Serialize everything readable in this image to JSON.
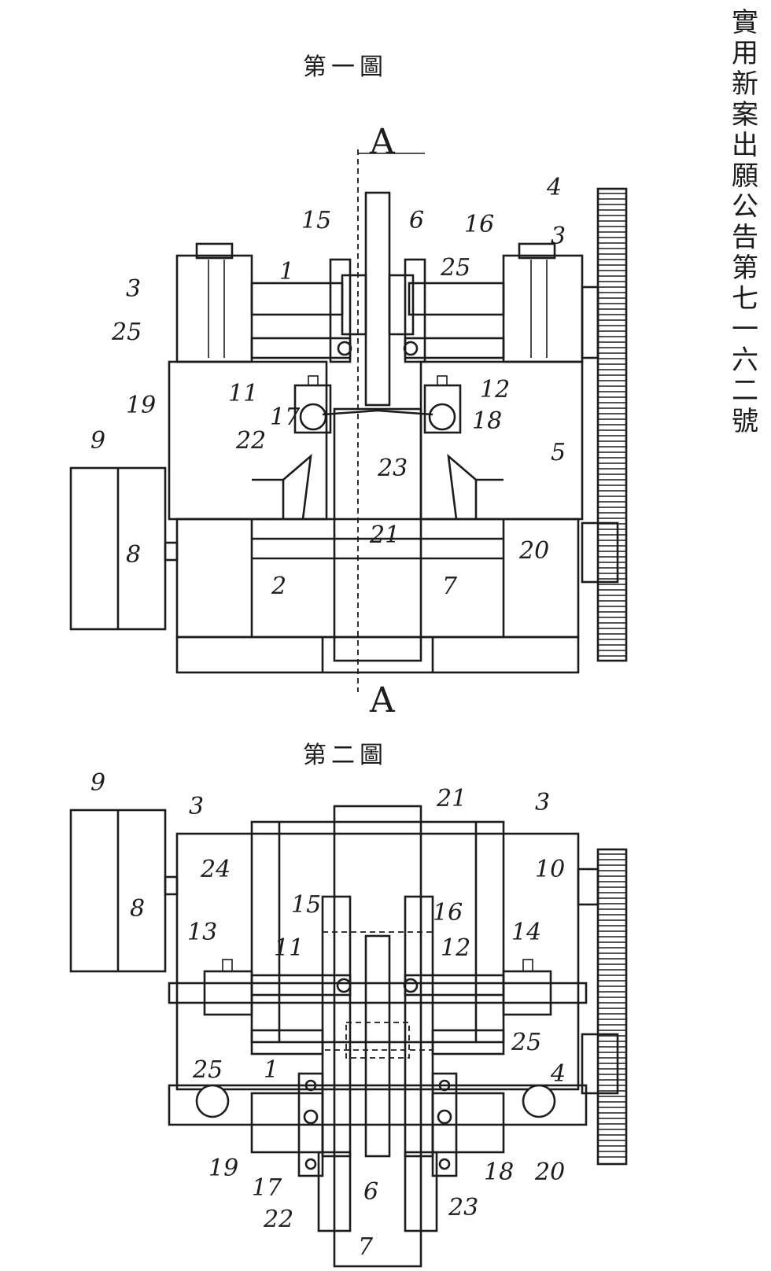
{
  "header": {
    "vertical_title": "實用新案出願公告第七一六二號"
  },
  "figure1": {
    "caption": "第一圖",
    "section_top": "A",
    "section_bottom": "A",
    "labels": {
      "l3a": "3",
      "l25a": "25",
      "l19": "19",
      "l9": "9",
      "l8": "8",
      "l15": "15",
      "l1": "1",
      "l11": "11",
      "l17": "17",
      "l22": "22",
      "l6": "6",
      "l16": "16",
      "l25b": "25",
      "l3b": "3",
      "l4": "4",
      "l12": "12",
      "l18": "18",
      "l23": "23",
      "l5": "5",
      "l21": "21",
      "l2": "2",
      "l7": "7",
      "l20": "20"
    }
  },
  "figure2": {
    "caption": "第二圖",
    "labels": {
      "l9": "9",
      "l3a": "3",
      "l21": "21",
      "l3b": "3",
      "l24": "24",
      "l10": "10",
      "l8": "8",
      "l15": "15",
      "l16": "16",
      "l13": "13",
      "l14": "14",
      "l11": "11",
      "l12": "12",
      "l25a": "25",
      "l25b": "25",
      "l1": "1",
      "l4": "4",
      "l19": "19",
      "l17": "17",
      "l18": "18",
      "l20": "20",
      "l22": "22",
      "l6": "6",
      "l23": "23",
      "l7": "7"
    }
  }
}
